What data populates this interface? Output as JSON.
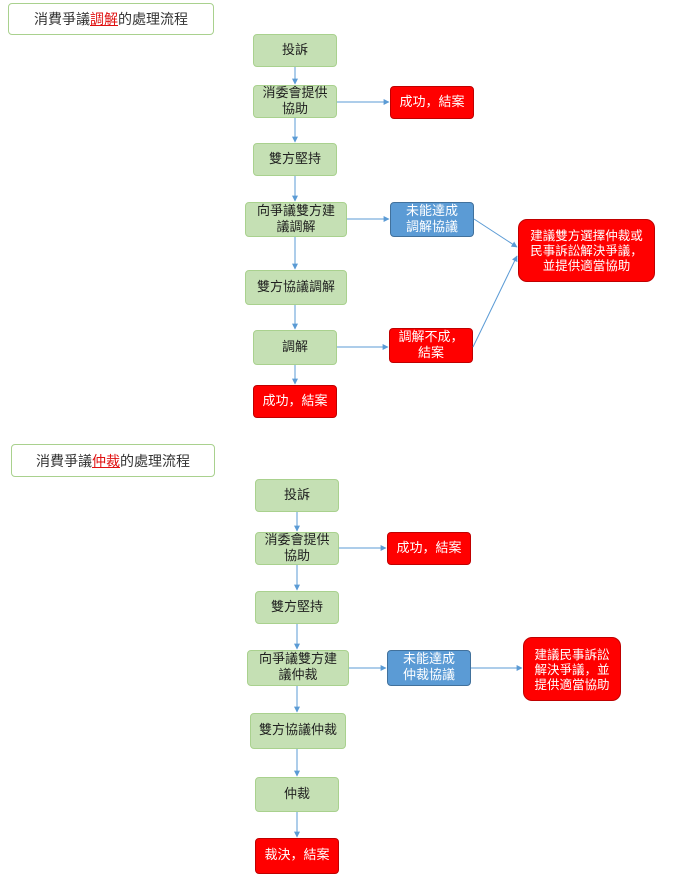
{
  "mediation": {
    "title_prefix": "消費爭議",
    "title_highlight": "調解",
    "title_suffix": "的處理流程",
    "steps": [
      {
        "lines": [
          "投訴"
        ]
      },
      {
        "lines": [
          "消委會提供",
          "協助"
        ]
      },
      {
        "lines": [
          "雙方堅持"
        ]
      },
      {
        "lines": [
          "向爭議雙方建",
          "議調解"
        ]
      },
      {
        "lines": [
          "雙方協議調解"
        ]
      },
      {
        "lines": [
          "調解"
        ]
      },
      {
        "lines": [
          "成功，結案"
        ]
      }
    ],
    "outcome_success": {
      "lines": [
        "成功，結案"
      ]
    },
    "outcome_no_agreement": {
      "lines": [
        "未能達成",
        "調解協議"
      ]
    },
    "outcome_failed": {
      "lines": [
        "調解不成，",
        "結案"
      ]
    },
    "advice": {
      "lines": [
        "建議雙方選擇仲裁或",
        "民事訴訟解決爭議，",
        "並提供適當協助"
      ]
    }
  },
  "arbitration": {
    "title_prefix": "消費爭議",
    "title_highlight": "仲裁",
    "title_suffix": "的處理流程",
    "steps": [
      {
        "lines": [
          "投訴"
        ]
      },
      {
        "lines": [
          "消委會提供",
          "協助"
        ]
      },
      {
        "lines": [
          "雙方堅持"
        ]
      },
      {
        "lines": [
          "向爭議雙方建",
          "議仲裁"
        ]
      },
      {
        "lines": [
          "雙方協議仲裁"
        ]
      },
      {
        "lines": [
          "仲裁"
        ]
      },
      {
        "lines": [
          "裁決，結案"
        ]
      }
    ],
    "outcome_success": {
      "lines": [
        "成功，結案"
      ]
    },
    "outcome_no_agreement": {
      "lines": [
        "未能達成",
        "仲裁協議"
      ]
    },
    "advice": {
      "lines": [
        "建議民事訴訟",
        "解決爭議，並",
        "提供適當協助"
      ]
    }
  },
  "colors": {
    "step_fill": "#c5e0b4",
    "step_border": "#a9d18e",
    "terminal_fill": "#ff0000",
    "pending_fill": "#5b9bd5",
    "connector": "#5b9bd5",
    "highlight_text": "#e01010"
  }
}
